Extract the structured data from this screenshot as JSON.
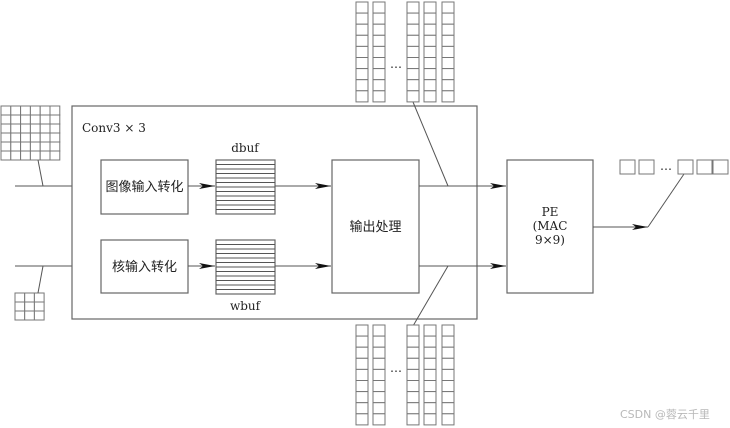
{
  "diagram": {
    "conv_block_label": "Conv3 × 3",
    "dbuf_label": "dbuf",
    "wbuf_label": "wbuf",
    "image_transform_label": "图像输入转化",
    "kernel_transform_label": "核输入转化",
    "output_processing_label": "输出处理",
    "pe_label_line1": "PE",
    "pe_label_line2": "(MAC",
    "pe_label_line3": "9×9)",
    "ellipsis": "…",
    "input_image_grid": {
      "rows": 6,
      "cols": 6
    },
    "kernel_grid": {
      "rows": 3,
      "cols": 3
    },
    "top_buffer_columns": {
      "count_visible": 5,
      "cells_per_column": 9
    },
    "bottom_buffer_columns": {
      "count_visible": 5,
      "cells_per_column": 9
    },
    "output_cells_visible": 5
  },
  "watermark": "CSDN @蓉云千里"
}
